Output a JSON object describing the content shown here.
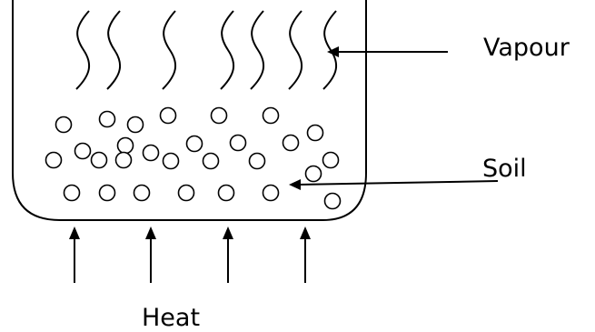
{
  "labels": {
    "vapour": "Vapour",
    "soil": "Soil",
    "heat": "Heat"
  },
  "colors": {
    "ink": "#000000",
    "background": "#ffffff"
  }
}
